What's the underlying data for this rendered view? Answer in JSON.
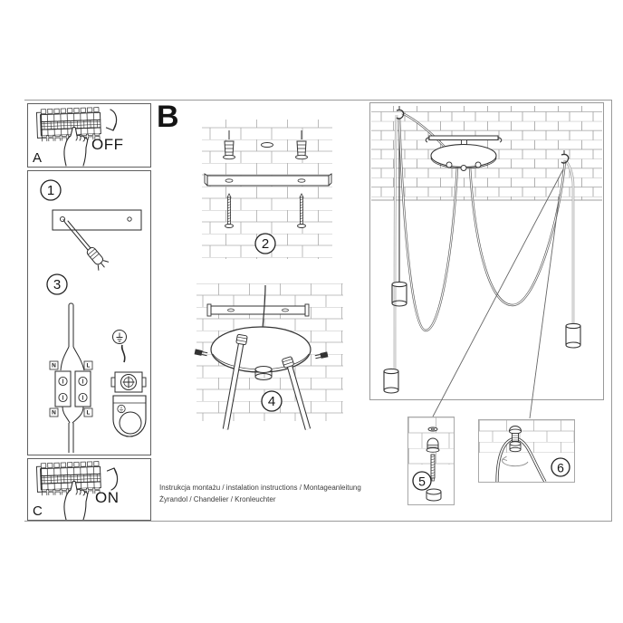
{
  "document_type": "chandelier assembly instructions sheet",
  "colors": {
    "paper": "#ffffff",
    "ink": "#222222",
    "frame_line": "#9a9a9a",
    "brick_line": "#a3a3a3",
    "cable_gray": "#9a9a9a",
    "footer_text": "#3c3c3c"
  },
  "panels": {
    "a": {
      "label": "A",
      "action": "OFF"
    },
    "b": {
      "label": "B"
    },
    "c": {
      "label": "C",
      "action": "ON"
    }
  },
  "step_numbers": {
    "s1": "1",
    "s2": "2",
    "s3": "3",
    "s4": "4",
    "s5": "5",
    "s6": "6"
  },
  "wiring_labels": {
    "top_left": "N",
    "top_right": "L",
    "bottom_left": "N",
    "bottom_right": "L"
  },
  "footer": {
    "line1": "Instrukcja montażu / instalation instructions / Montageanleitung",
    "line2": "Żyrandol / Chandelier / Kronleuchter"
  }
}
